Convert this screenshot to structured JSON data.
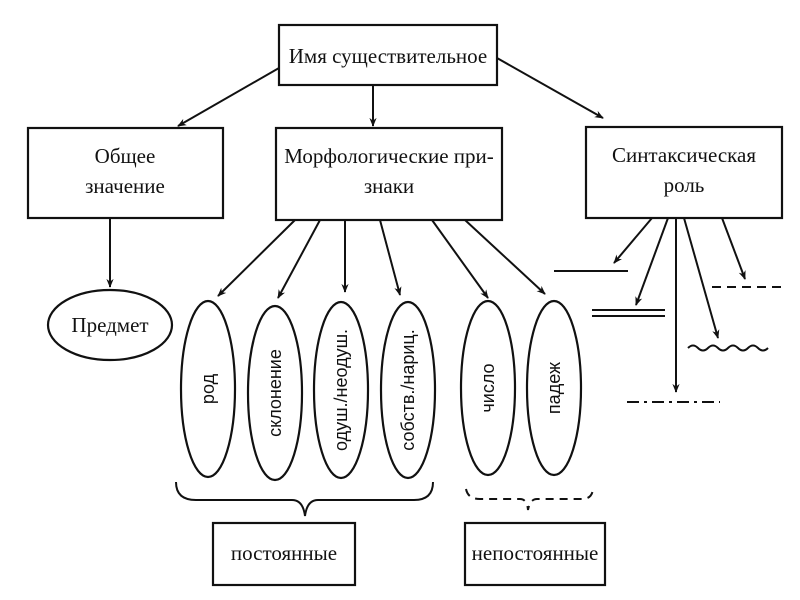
{
  "diagram": {
    "root": {
      "label": "Имя существительное"
    },
    "branches": {
      "general_meaning": {
        "lines": [
          "Общее",
          "значение"
        ]
      },
      "morphological": {
        "lines": [
          "Морфологические при-",
          "знаки"
        ]
      },
      "syntactic": {
        "lines": [
          "Синтаксическая",
          "роль"
        ]
      }
    },
    "general_meaning_child": {
      "label": "Предмет"
    },
    "morphological_features": {
      "constant": [
        "род",
        "склонение",
        "одуш./неодуш.",
        "собств./нариц."
      ],
      "variable": [
        "число",
        "падеж"
      ]
    },
    "groups": {
      "constant_label": "постоянные",
      "variable_label": "непостоянные"
    },
    "syntactic_roles": [
      {
        "name": "subject",
        "line_style": "solid"
      },
      {
        "name": "predicate",
        "line_style": "double"
      },
      {
        "name": "object",
        "line_style": "dashed"
      },
      {
        "name": "attribute",
        "line_style": "wavy"
      },
      {
        "name": "adverbial",
        "line_style": "dash-dot"
      }
    ],
    "colors": {
      "ink": "#111111",
      "background": "#ffffff"
    }
  }
}
